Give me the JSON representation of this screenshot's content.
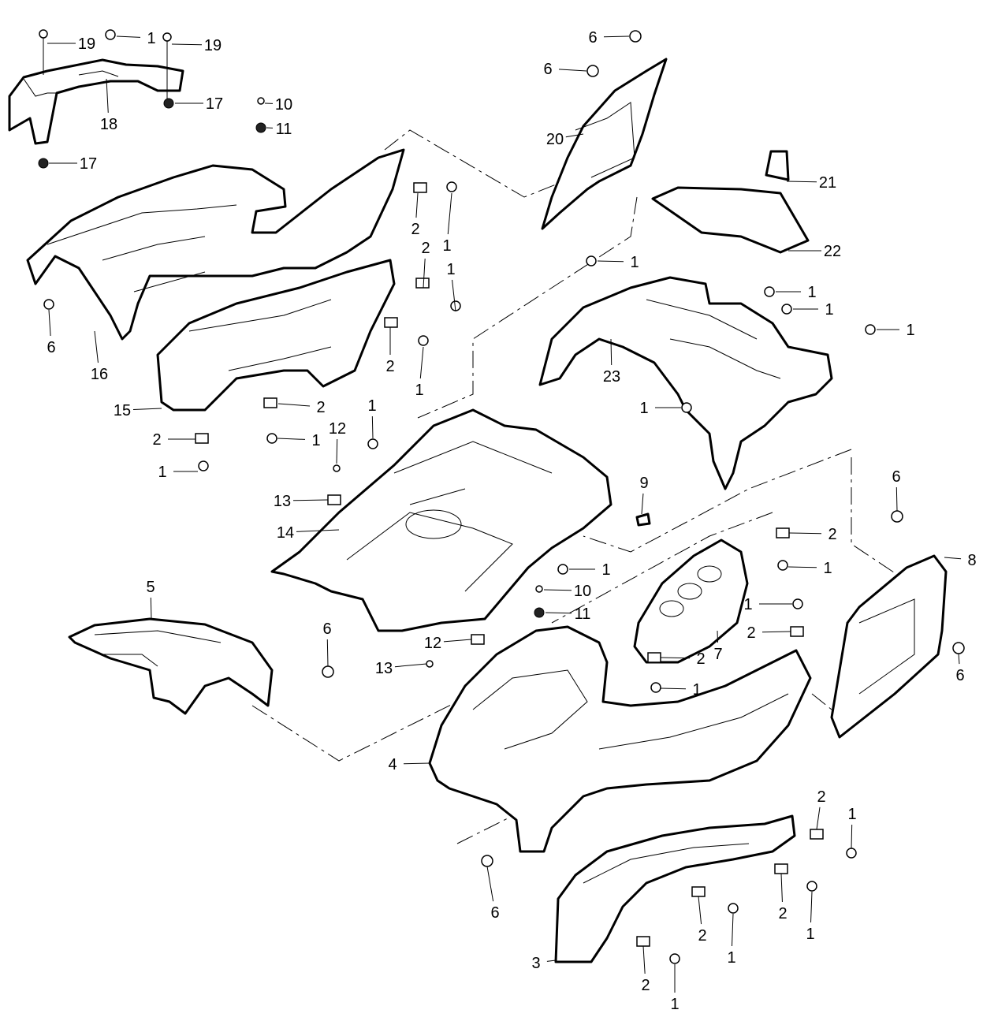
{
  "diagram": {
    "type": "exploded-parts-diagram",
    "callouts": [
      "19",
      "1",
      "19",
      "17",
      "18",
      "17",
      "10",
      "11",
      "6",
      "6",
      "20",
      "21",
      "22",
      "2",
      "1",
      "2",
      "1",
      "6",
      "16",
      "2",
      "1",
      "1",
      "1",
      "1",
      "1",
      "23",
      "1",
      "15",
      "2",
      "2",
      "1",
      "1",
      "1",
      "12",
      "13",
      "14",
      "9",
      "2",
      "1",
      "6",
      "8",
      "1",
      "10",
      "11",
      "5",
      "6",
      "1",
      "2",
      "12",
      "2",
      "7",
      "13",
      "1",
      "6",
      "4",
      "2",
      "1",
      "6",
      "2",
      "1",
      "2",
      "1",
      "3",
      "2",
      "1"
    ],
    "colors": {
      "line": "#000000",
      "background": "#ffffff"
    }
  }
}
